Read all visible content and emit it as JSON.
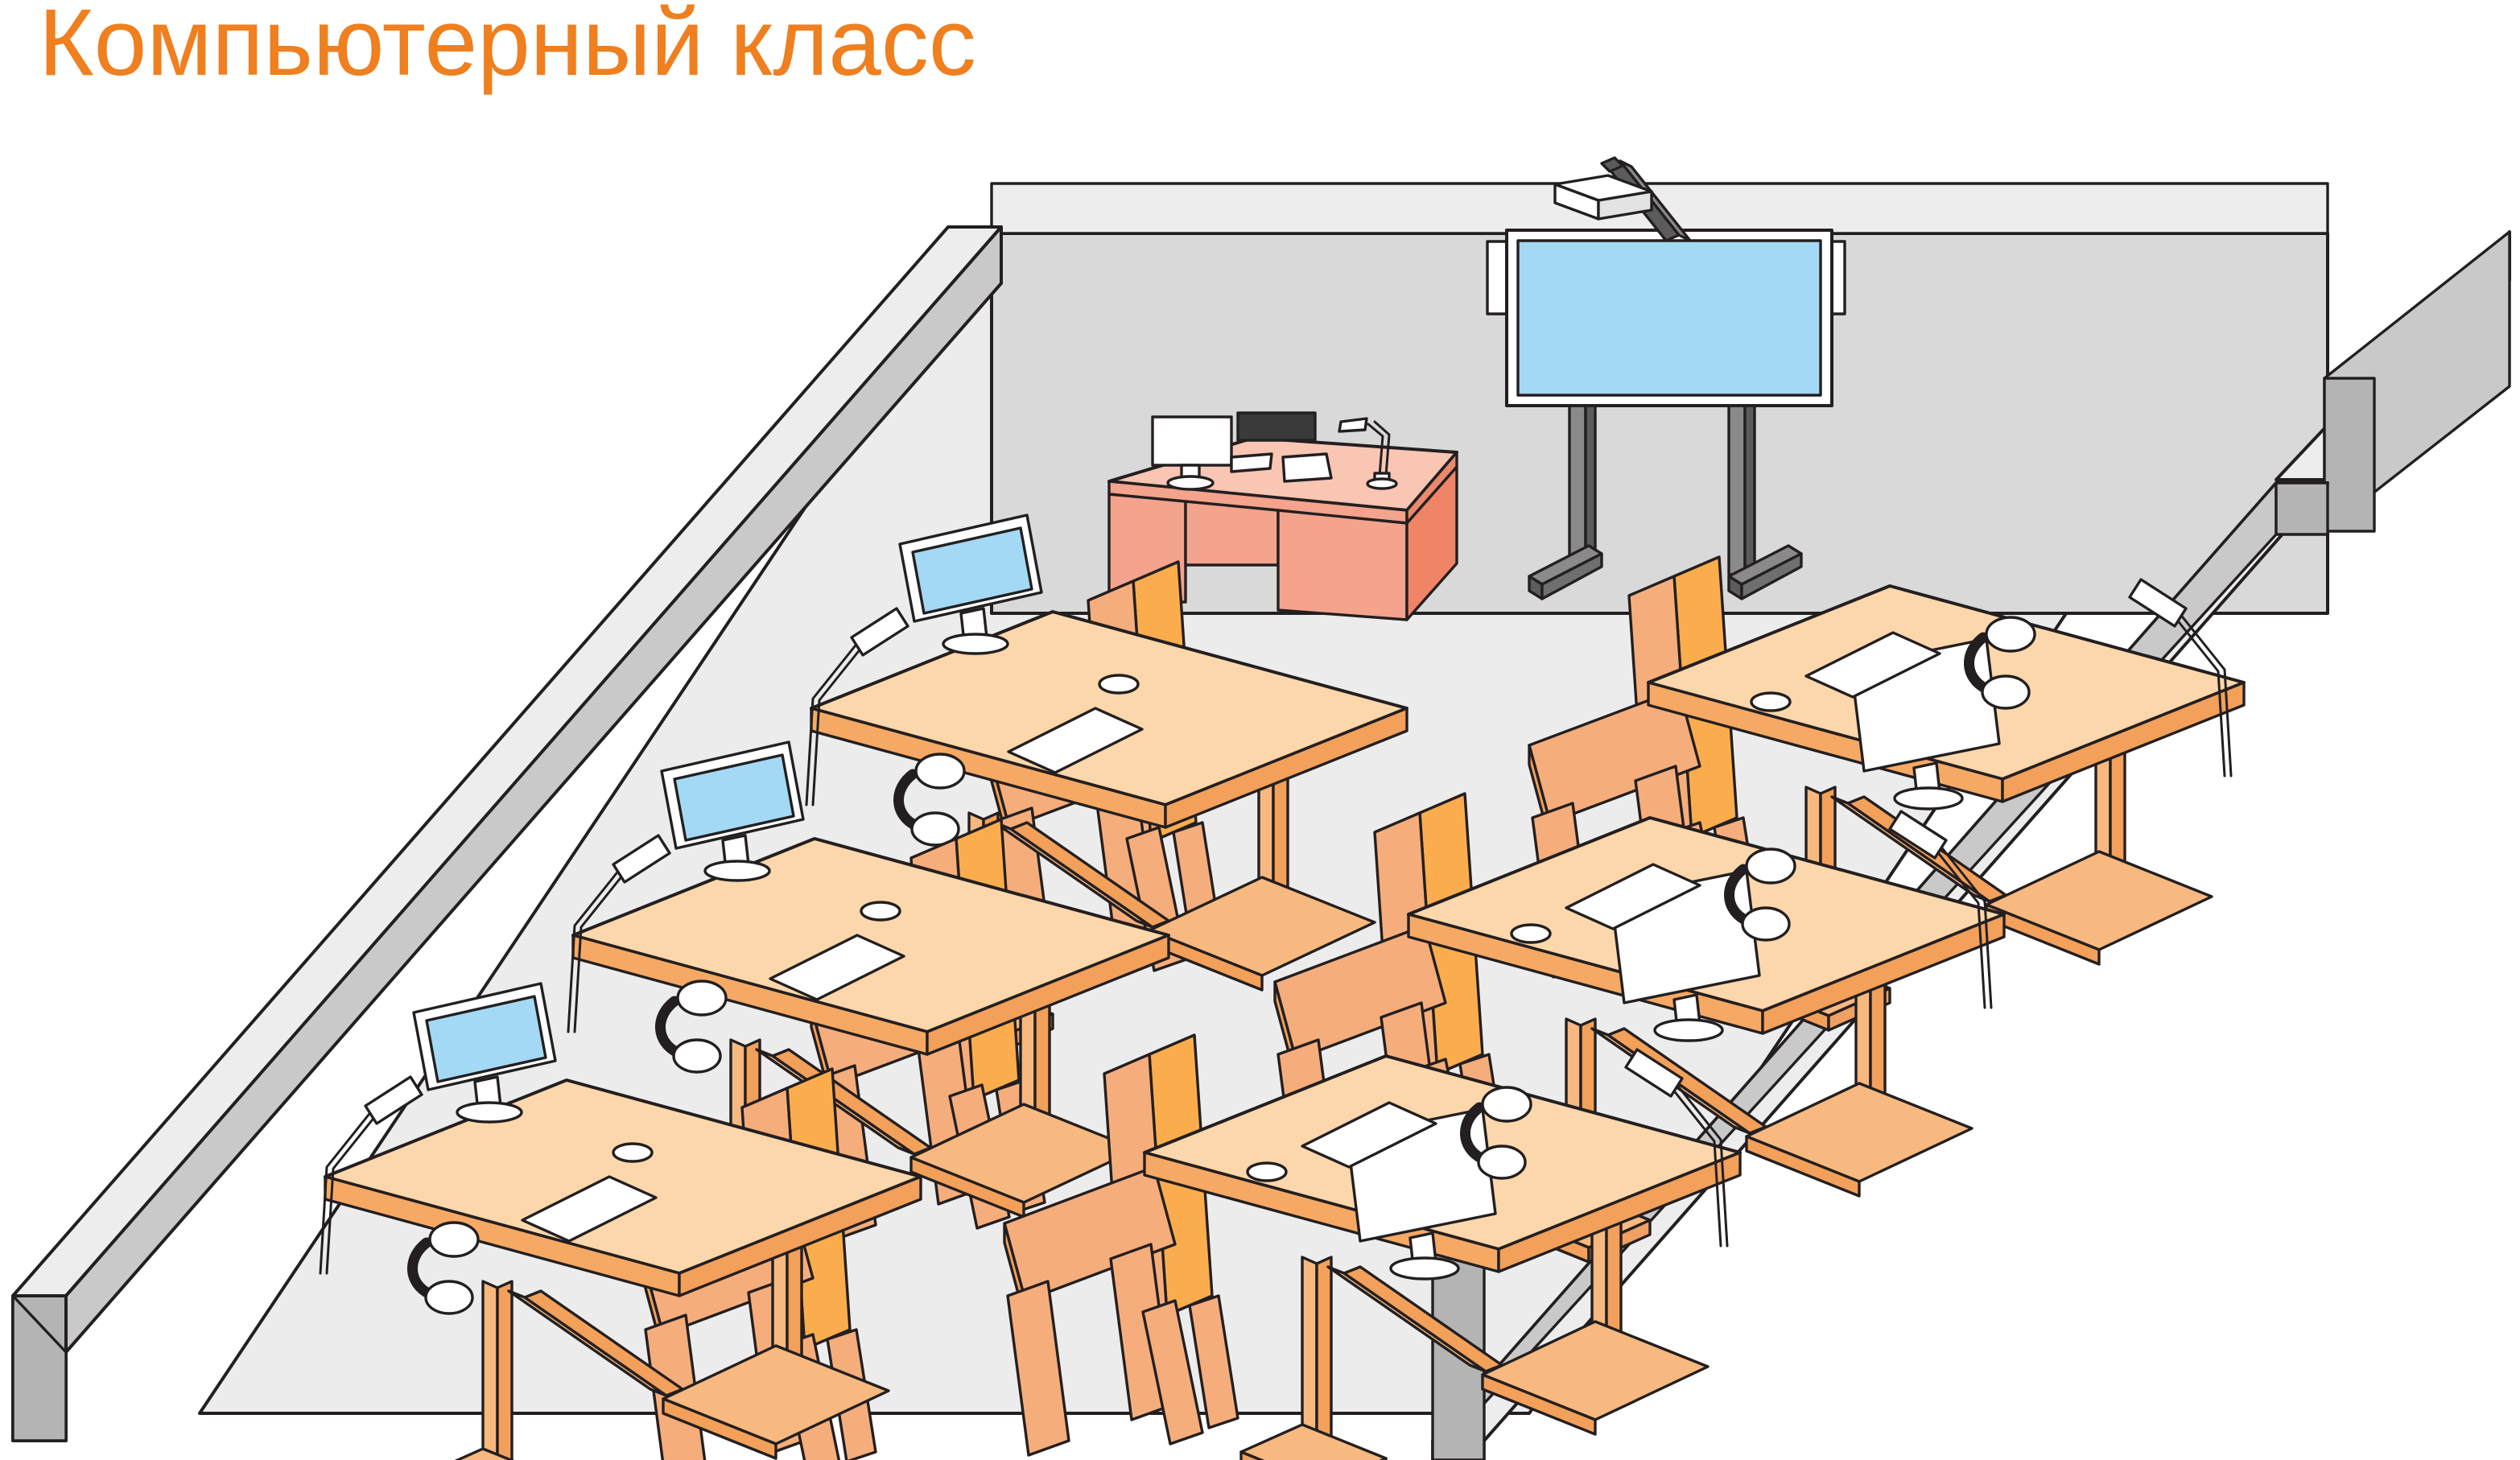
{
  "page": {
    "title": "Компьютерный класс",
    "title_color": "#ef7f1f",
    "background": "#ffffff",
    "type": "isometric-illustration",
    "subject": "computer-classroom"
  },
  "palette": {
    "floor": "#ececec",
    "back_wall": "#d9d9d9",
    "wall_top": "#ededed",
    "wall_side": "#c9c9c9",
    "wall_cap": "#b4b4b4",
    "desk_top": "#fbd7ab",
    "desk_edge": "#f6a964",
    "desk_frame": "#f7b97f",
    "chair_light": "#f6ad7c",
    "chair_bright": "#fbad4e",
    "teacher_desk_top": "#f9c6b4",
    "teacher_desk_front": "#f4a38d",
    "teacher_desk_side": "#f08466",
    "screen_blue": "#a3d9f4",
    "whiteboard_frame": "#ffffff",
    "stand_gray": "#8a8a8a",
    "stand_dark": "#5c5c5c",
    "outline": "#231f20",
    "white": "#ffffff",
    "equipment_dark": "#3a3a3a"
  },
  "room": {
    "name": "Компьютерный класс",
    "walls": [
      "left-wall",
      "back-wall",
      "right-wall"
    ],
    "floor_label": "classroom-floor"
  },
  "fixtures": {
    "whiteboard": {
      "label": "interactive-whiteboard",
      "screen_color": "#a3d9f4",
      "frame_color": "#ffffff",
      "stand_color": "#8a8a8a",
      "legs": 2
    },
    "projector": {
      "label": "ceiling-projector",
      "body_color": "#ffffff",
      "arm_color": "#5c5c5c"
    }
  },
  "teacher_station": {
    "label": "teacher-desk",
    "top_color": "#f9c6b4",
    "items": [
      {
        "name": "teacher-monitor",
        "color": "#ffffff"
      },
      {
        "name": "teacher-printer",
        "color": "#3a3a3a"
      },
      {
        "name": "teacher-keyboard",
        "color": "#ffffff"
      },
      {
        "name": "teacher-paper",
        "color": "#ffffff"
      },
      {
        "name": "teacher-desk-lamp",
        "color": "#ffffff"
      }
    ]
  },
  "workstations": {
    "count": 6,
    "left_row_count": 3,
    "right_row_count": 3,
    "left_row_label": "left-workstation-row",
    "right_row_label": "right-workstation-row",
    "per_station_items": [
      "monitor",
      "keyboard",
      "mouse",
      "headphones",
      "desk-lamp",
      "chair"
    ],
    "left_monitor_facing": "toward-viewer",
    "right_monitor_facing": "away-from-viewer",
    "left_monitor_screen_color": "#a3d9f4",
    "right_monitor_back_color": "#ffffff",
    "stations": [
      {
        "id": 1,
        "side": "left",
        "row": 1,
        "label": "workstation-left-1"
      },
      {
        "id": 2,
        "side": "left",
        "row": 2,
        "label": "workstation-left-2"
      },
      {
        "id": 3,
        "side": "left",
        "row": 3,
        "label": "workstation-left-3"
      },
      {
        "id": 4,
        "side": "right",
        "row": 1,
        "label": "workstation-right-1"
      },
      {
        "id": 5,
        "side": "right",
        "row": 2,
        "label": "workstation-right-2"
      },
      {
        "id": 6,
        "side": "right",
        "row": 3,
        "label": "workstation-right-3"
      }
    ]
  },
  "chairs": {
    "count": 6,
    "label": "student-chair",
    "color": "#f6ad7c",
    "accent": "#fbad4e"
  }
}
